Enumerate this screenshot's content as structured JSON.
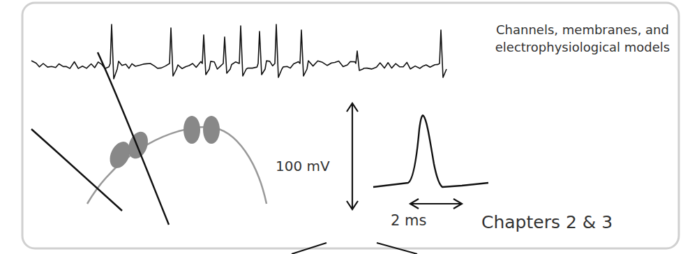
{
  "diagram": {
    "labels": [
      "Channels, membranes, and electrophysiological models",
      "100 mV",
      "2 ms",
      "Chapters 2 & 3"
    ]
  }
}
